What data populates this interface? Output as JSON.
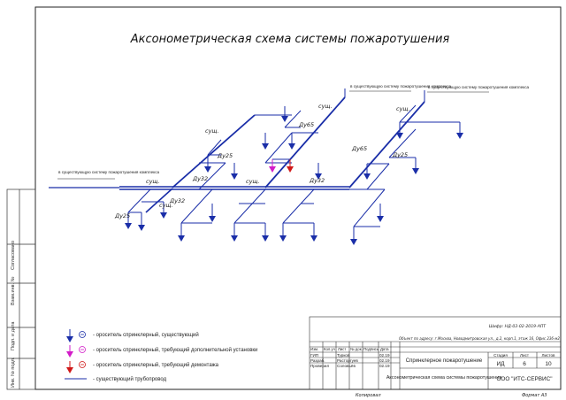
{
  "title": "Аксонометрическая схема системы пожаротушения",
  "pipe_color": "#1a2ea8",
  "add_color": "#d21cc8",
  "remove_color": "#d01818",
  "connect_notes": [
    "в существующую систему пожаротушения комплекса",
    "в существующую систему пожаротушения комплекса",
    "в существующую систему пожаротушения комплекса"
  ],
  "pipe_labels": {
    "sush": "сущ.",
    "du65": "Ду65",
    "du32": "Ду32",
    "du25": "Ду25"
  },
  "legend": {
    "existing": "- ороситель спринклерный, существующий",
    "add": "- ороситель спринклерный, требующий дополнительной установки",
    "remove": "- ороситель спринклерный, требующий демонтажа",
    "pipe": "- существующий трубопровод"
  },
  "side_stamp": [
    "Согласовано",
    "Взам.инв. №",
    "Подп. и дата",
    "Инв. № подл."
  ],
  "title_block": {
    "code": "Шифр: НД-03-02-2019-АПТ",
    "object": "Объект по адресу: г.Москва, Новодмитровская ул., д.2, корп.1, этаж 16, Офис 236-м2",
    "headers": [
      "Изм.",
      "Кол.уч",
      "Лист",
      "№ док.",
      "Подпись",
      "Дата"
    ],
    "rows": [
      {
        "role": "ГИП",
        "name": "Турков",
        "date": "02.19"
      },
      {
        "role": "Разраб.",
        "name": "Расторгуев",
        "date": "02.19"
      },
      {
        "role": "Проверил",
        "name": "Соловьёв",
        "date": "02.19"
      }
    ],
    "system_name": "Спринклерное пожаротушение",
    "sheet_name": "Аксонометрическая схема системы пожаротушения",
    "stage_label": "Стадия",
    "sheet_label": "Лист",
    "sheets_label": "Листов",
    "stage": "ИД",
    "sheet": "6",
    "sheets": "10",
    "org": "ООО \"ИТС-СЕРВИС\"",
    "copied": "Копировал",
    "format": "Формат А3"
  }
}
